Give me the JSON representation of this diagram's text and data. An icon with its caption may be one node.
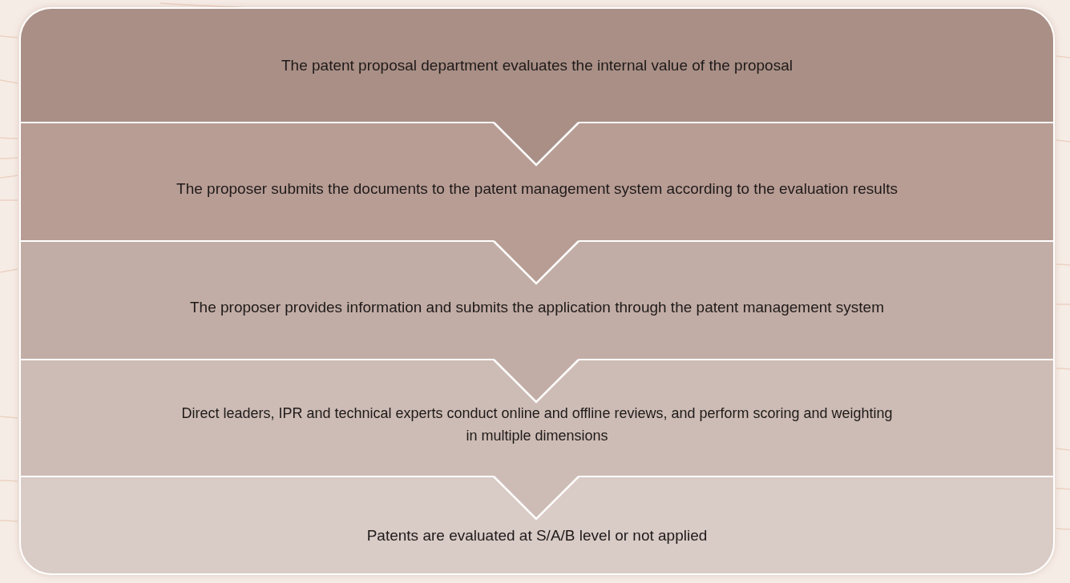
{
  "diagram": {
    "nodes": [
      {
        "text": [
          "The patent proposal department evaluates the internal value of the proposal"
        ]
      },
      {
        "text": [
          "The proposer submits the documents to the patent management system according to the evaluation results"
        ]
      },
      {
        "text": [
          "The proposer provides information and submits the application through the patent management system"
        ]
      },
      {
        "text": [
          "Direct leaders, IPR and technical experts conduct online and offline reviews, and perform scoring and weighting in multiple dimensions"
        ]
      },
      {
        "text": [
          "Patents are evaluated at S/A/B level or not applied"
        ]
      }
    ],
    "edges": [
      {
        "from": 0,
        "to": 1,
        "arrow": "to"
      },
      {
        "from": 1,
        "to": 2,
        "arrow": "to"
      },
      {
        "from": 2,
        "to": 3,
        "arrow": "to"
      },
      {
        "from": 3,
        "to": 4,
        "arrow": "to"
      }
    ]
  }
}
